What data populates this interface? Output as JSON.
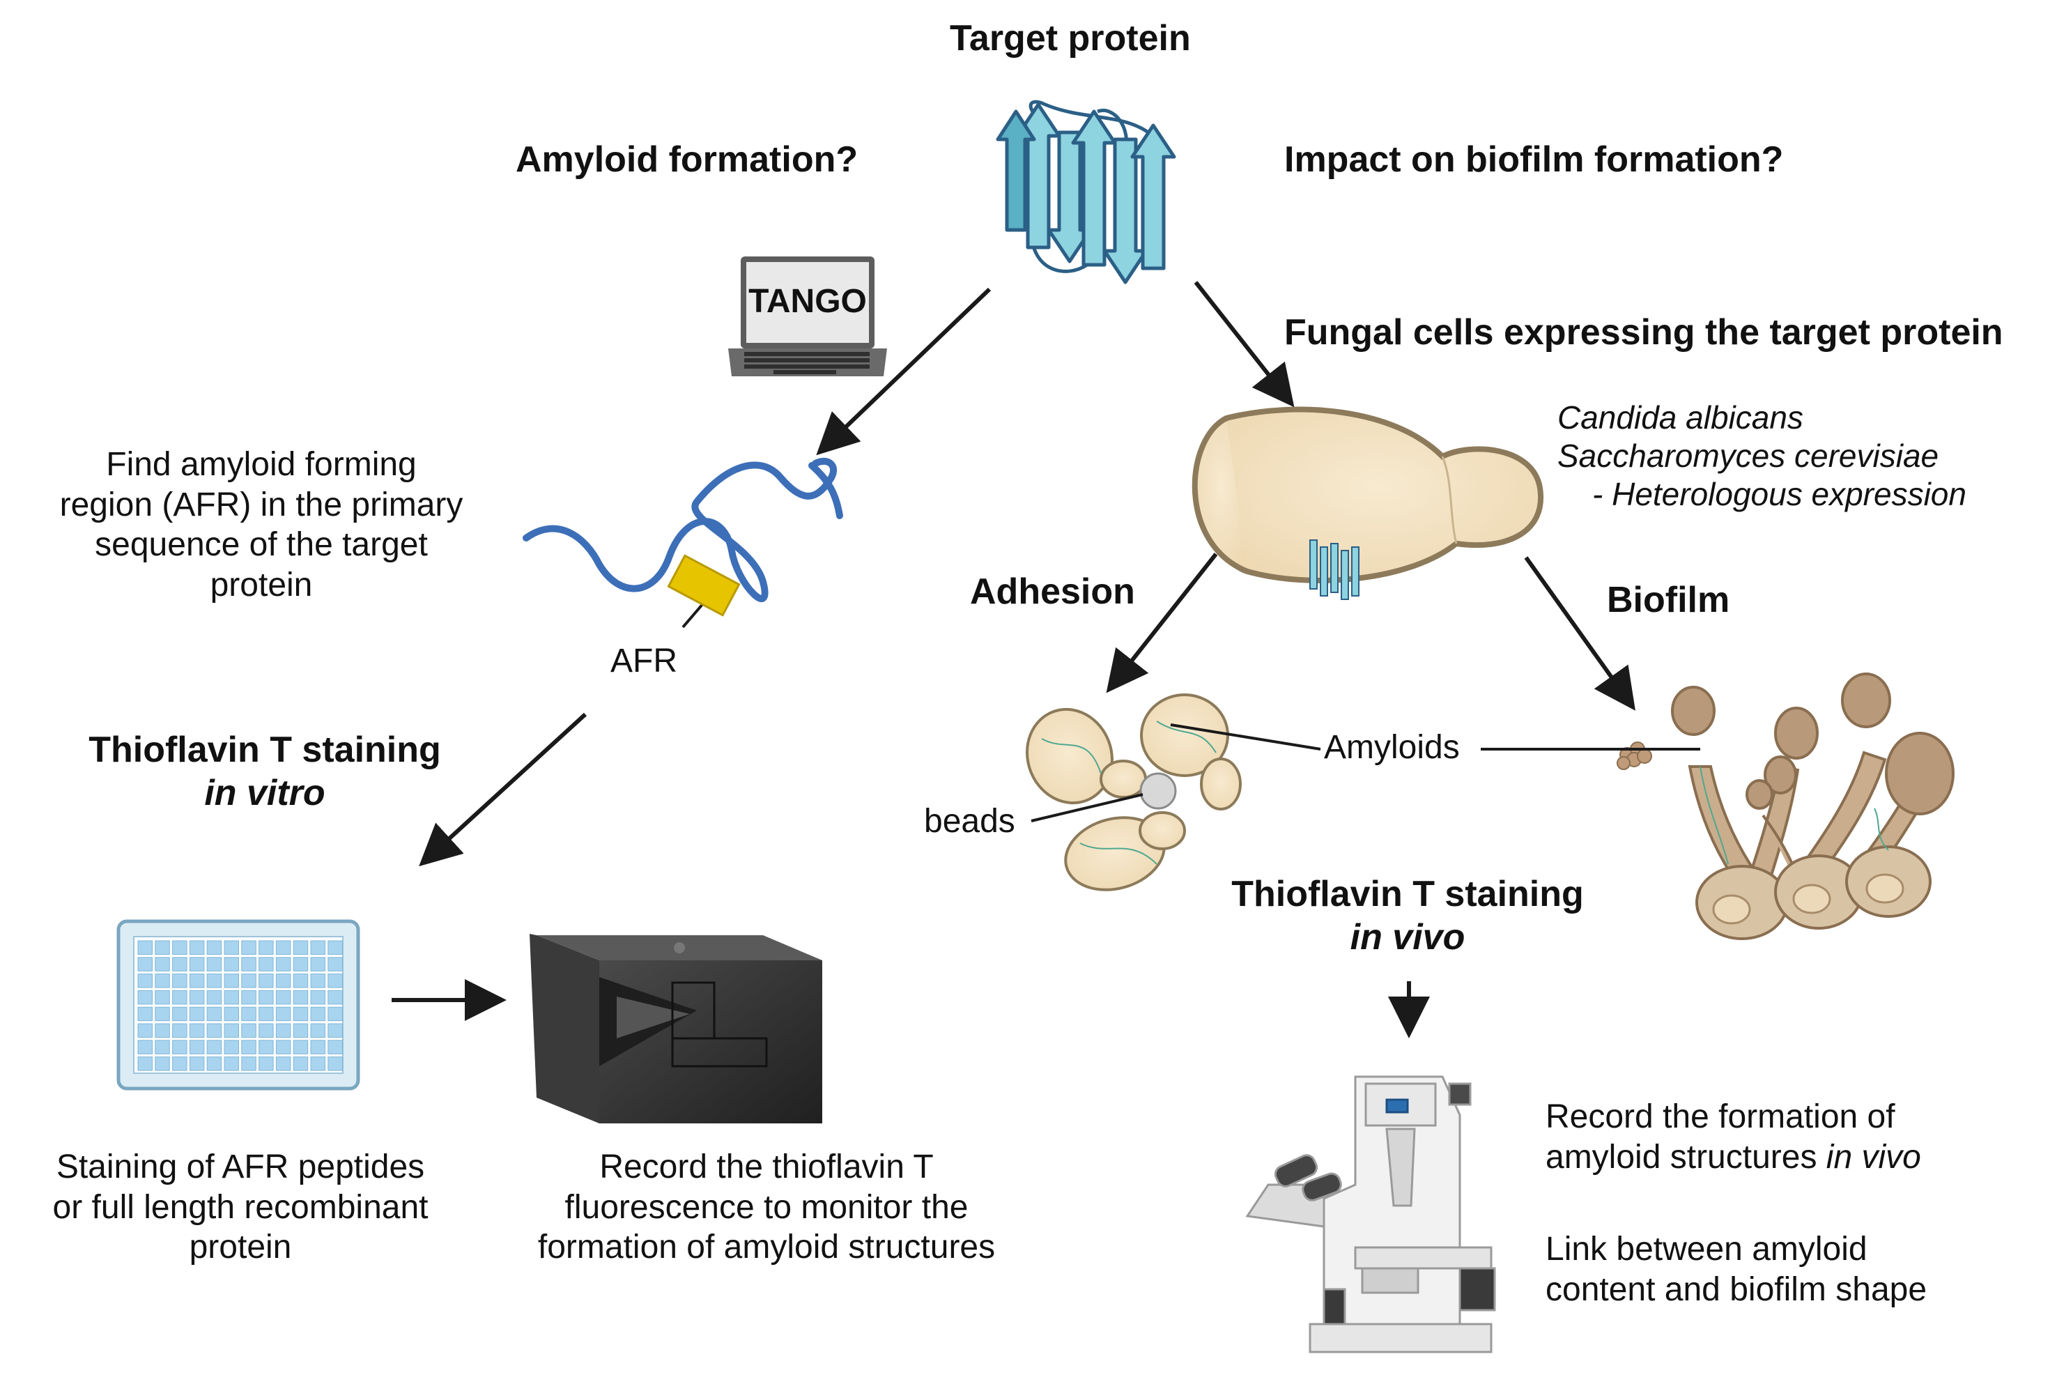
{
  "center": {
    "title": "Target protein"
  },
  "left": {
    "question": "Amyloid formation?",
    "tool_label": "TANGO",
    "afr_description": [
      "Find amyloid forming",
      "region (AFR) in the primary",
      "sequence of the target",
      "protein"
    ],
    "afr_label": "AFR",
    "staining_title": "Thioflavin T staining",
    "staining_subtitle": "in vitro",
    "plate_caption": [
      "Staining of AFR peptides",
      "or full length recombinant",
      "protein"
    ],
    "reader_caption": [
      "Record the thioflavin T",
      "fluorescence to monitor the",
      "formation of amyloid structures"
    ]
  },
  "right": {
    "question": "Impact on biofilm formation?",
    "cells_title": "Fungal cells expressing the target protein",
    "species": [
      "Candida albicans",
      "Saccharomyces cerevisiae",
      "- Heterologous expression"
    ],
    "adhesion_label": "Adhesion",
    "biofilm_label": "Biofilm",
    "amyloids_label": "Amyloids",
    "beads_label": "beads",
    "staining_title": "Thioflavin T staining",
    "staining_subtitle": "in vivo",
    "record_line1": "Record the formation of",
    "record_line2_prefix": "amyloid structures ",
    "record_line2_italic": "in vivo",
    "link_text": [
      "Link between amyloid",
      "content and biofilm shape"
    ]
  },
  "colors": {
    "protein_fill": "#8ed3e0",
    "protein_stroke": "#2b5f86",
    "chain_blue": "#3d6fb8",
    "afr_yellow": "#e6c400",
    "cell_fill": "#f3e4c6",
    "cell_stroke": "#8c7a5a",
    "biofilm_brown": "#b89a7a",
    "amyloid_green": "#4fa88f",
    "plate_blue": "#a9d4ef",
    "reader_dark": "#2e2e2e",
    "arrow": "#1a1a1a"
  }
}
